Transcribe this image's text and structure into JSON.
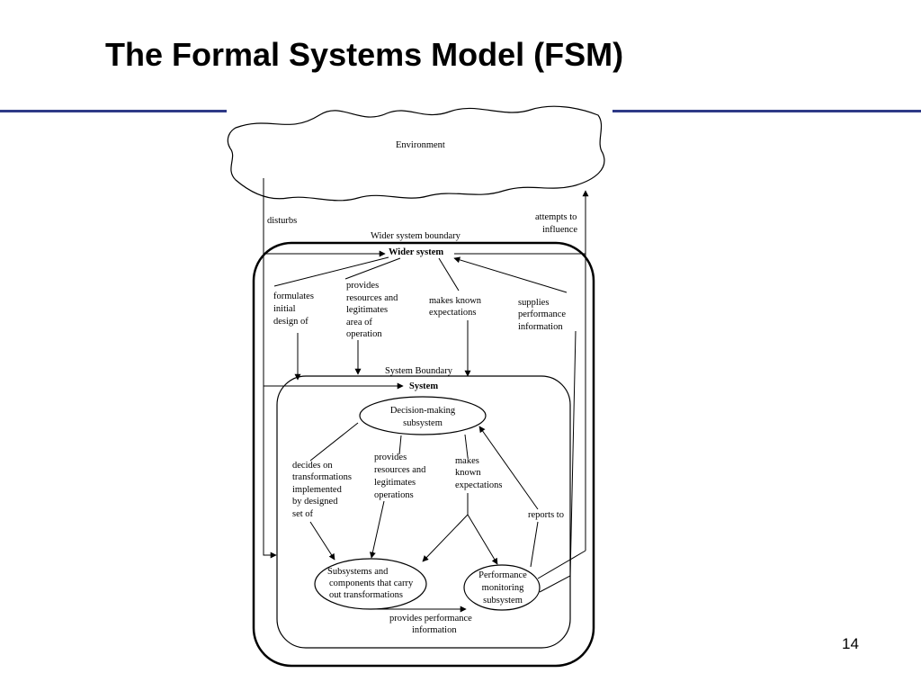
{
  "slide": {
    "title": "The Formal Systems Model (FSM)",
    "page_number": "14",
    "rule_color": "#2e3a87"
  },
  "diagram": {
    "environment": "Environment",
    "disturbs": "disturbs",
    "attempts_to_influence": [
      "attempts to",
      "influence"
    ],
    "wider_system_boundary": "Wider system boundary",
    "wider_system": "Wider system",
    "formulates": [
      "formulates",
      "initial",
      "design of"
    ],
    "provides_resources_outer": [
      "provides",
      "resources and",
      "legitimates",
      "area of",
      "operation"
    ],
    "makes_known_outer": [
      "makes known",
      "expectations"
    ],
    "supplies_performance": [
      "supplies",
      "performance",
      "information"
    ],
    "system_boundary": "System Boundary",
    "system": "System",
    "decision_making": [
      "Decision-making",
      "subsystem"
    ],
    "decides_on": [
      "decides on",
      "transformations",
      "implemented",
      "by designed",
      "set of"
    ],
    "provides_resources_inner": [
      "provides",
      "resources and",
      "legitimates",
      "operations"
    ],
    "makes_known_inner": [
      "makes",
      "known",
      "expectations"
    ],
    "reports_to": "reports to",
    "subsystems": [
      "Subsystems and",
      "components that carry",
      "out transformations"
    ],
    "performance_monitoring": [
      "Performance",
      "monitoring",
      "subsystem"
    ],
    "provides_performance": [
      "provides performance",
      "information"
    ]
  }
}
